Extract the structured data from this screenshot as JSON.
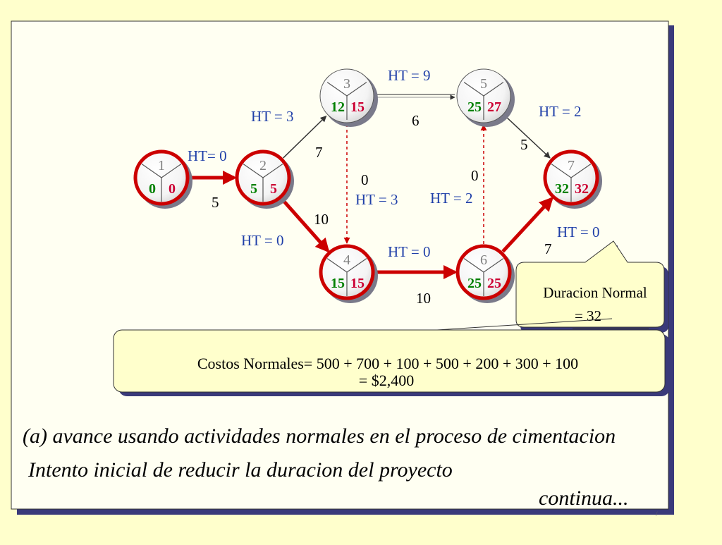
{
  "nodes": [
    {
      "id": "1",
      "es": "0",
      "ls": "0"
    },
    {
      "id": "2",
      "es": "5",
      "ls": "5"
    },
    {
      "id": "3",
      "es": "12",
      "ls": "15"
    },
    {
      "id": "4",
      "es": "15",
      "ls": "15"
    },
    {
      "id": "5",
      "es": "25",
      "ls": "27"
    },
    {
      "id": "6",
      "es": "25",
      "ls": "25"
    },
    {
      "id": "7",
      "es": "32",
      "ls": "32"
    }
  ],
  "edges": [
    {
      "from": "1",
      "to": "2",
      "duration": "5",
      "ht": "HT= 0"
    },
    {
      "from": "2",
      "to": "3",
      "duration": "7",
      "ht": "HT = 3"
    },
    {
      "from": "2",
      "to": "4",
      "duration": "10",
      "ht": "HT = 0"
    },
    {
      "from": "3",
      "to": "5",
      "duration": "6",
      "ht": "HT = 9"
    },
    {
      "from": "3",
      "to": "4",
      "duration": "0",
      "ht": "HT = 3"
    },
    {
      "from": "4",
      "to": "6",
      "duration": "10",
      "ht": "HT = 0"
    },
    {
      "from": "6",
      "to": "5",
      "duration": "0",
      "ht": "HT = 2"
    },
    {
      "from": "5",
      "to": "7",
      "duration": "5",
      "ht": "HT = 2"
    },
    {
      "from": "6",
      "to": "7",
      "duration": "7",
      "ht": "HT = 0"
    }
  ],
  "callouts": {
    "duration_line1": "Duracion Normal",
    "duration_line2": "= 32",
    "costs_line1": "Costos Normales= 500 + 700 + 100 + 500 + 200 + 300 + 100",
    "costs_line2": "= $2,400"
  },
  "text": {
    "line_a": "(a) avance usando actividades normales en el proceso de cimentacion",
    "line_b": "Intento inicial de reducir la duracion del proyecto",
    "line_c": "continua..."
  },
  "colors": {
    "background": "#ffffcc",
    "critical_path": "#cc0000",
    "early_start": "#008000",
    "late_start": "#cc0033",
    "ht_label": "#1f3fa8",
    "node_id": "#808080",
    "dashed": "#cc0000",
    "callout_fill": "#ffffcc"
  }
}
